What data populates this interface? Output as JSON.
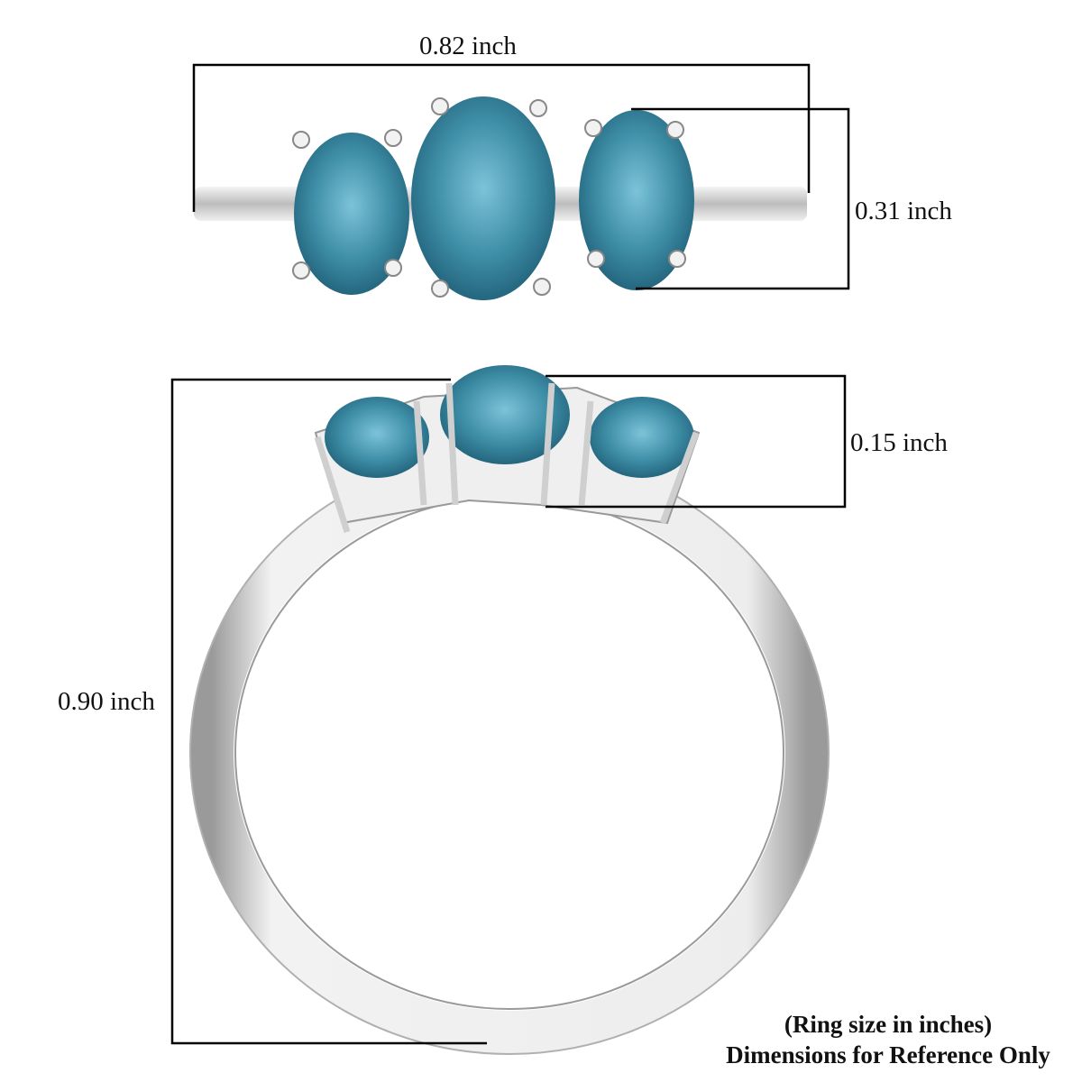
{
  "product": {
    "type": "three-stone-ring",
    "gem_color": "#3f8fa8",
    "metal_color": "#d9d9d9"
  },
  "dimensions": {
    "width": "0.82 inch",
    "stone_height": "0.31 inch",
    "setting_height": "0.15 inch",
    "ring_height": "0.90 inch"
  },
  "footer": {
    "line1": "(Ring size in inches)",
    "line2": "Dimensions for Reference Only"
  }
}
